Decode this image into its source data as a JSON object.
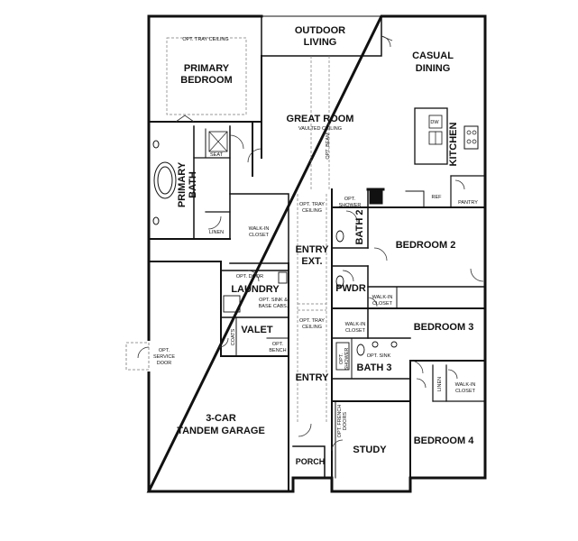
{
  "colors": {
    "wall": "#111111",
    "thin_line": "#333333",
    "background": "#ffffff",
    "dashed": "#777777"
  },
  "rooms": {
    "outdoor_living": [
      "OUTDOOR",
      "LIVING"
    ],
    "casual_dining": [
      "CASUAL",
      "DINING"
    ],
    "primary_bedroom": [
      "PRIMARY",
      "BEDROOM"
    ],
    "great_room": "GREAT ROOM",
    "kitchen": "KITCHEN",
    "primary_bath": [
      "PRIMARY",
      "BATH"
    ],
    "bath_2": "BATH 2",
    "bedroom_2": "BEDROOM 2",
    "entry_ext": [
      "ENTRY",
      "EXT."
    ],
    "pwdr": "PWDR",
    "laundry": "LAUNDRY",
    "bedroom_3": "BEDROOM 3",
    "valet": "VALET",
    "bath_3": "BATH 3",
    "entry": "ENTRY",
    "garage": [
      "3-CAR",
      "TANDEM GARAGE"
    ],
    "bedroom_4": "BEDROOM 4",
    "study": "STUDY",
    "porch": "PORCH"
  },
  "notes": {
    "opt_tray_ceiling": "OPT. TRAY CEILING",
    "vaulted_ceiling": "VAULTED CEILING",
    "opt_beam": "OPT. BEAM",
    "dw": "DW",
    "ref": "REF",
    "pantry": "PANTRY",
    "seat": "SEAT",
    "linen": "LINEN",
    "walk_in_closet": [
      "WALK-IN",
      "CLOSET"
    ],
    "opt_shower": [
      "OPT.",
      "SHOWER"
    ],
    "opt_tray_ceiling_2": [
      "OPT. TRAY",
      "CEILING"
    ],
    "opt_door": "OPT. DOOR",
    "opt_sink_base": [
      "OPT. SINK &",
      "BASE CABS."
    ],
    "coats": "COATS",
    "opt_bench": [
      "OPT.",
      "BENCH"
    ],
    "opt_sink": "OPT. SINK",
    "opt_service_door": [
      "OPT.",
      "SERVICE",
      "DOOR"
    ],
    "opt_french_doors": [
      "OPT. FRENCH",
      "DOORS"
    ]
  }
}
